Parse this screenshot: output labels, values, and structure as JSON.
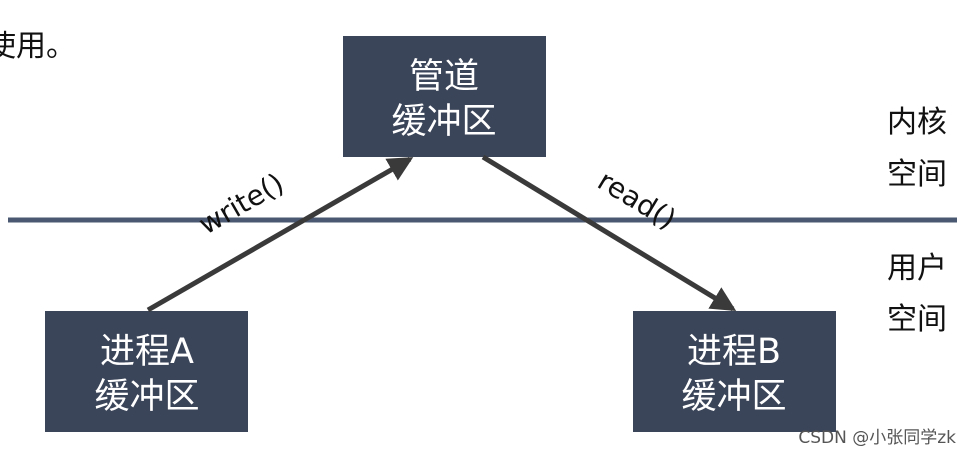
{
  "top_fragment": "使用。",
  "boxes": {
    "pipe_buffer": {
      "line1": "管道",
      "line2": "缓冲区"
    },
    "process_a_buffer": {
      "line1": "进程A",
      "line2": "缓冲区"
    },
    "process_b_buffer": {
      "line1": "进程B",
      "line2": "缓冲区"
    }
  },
  "arrows": {
    "write": {
      "label": "write()"
    },
    "read": {
      "label": "read()"
    }
  },
  "spaces": {
    "kernel": {
      "line1": "内核",
      "line2": "空间"
    },
    "user": {
      "line1": "用户",
      "line2": "空间"
    }
  },
  "watermark": "CSDN @小张同学zk",
  "colors": {
    "box_fill": "#3b4559",
    "divider": "#4a5872",
    "arrow": "#3a3a3a"
  }
}
